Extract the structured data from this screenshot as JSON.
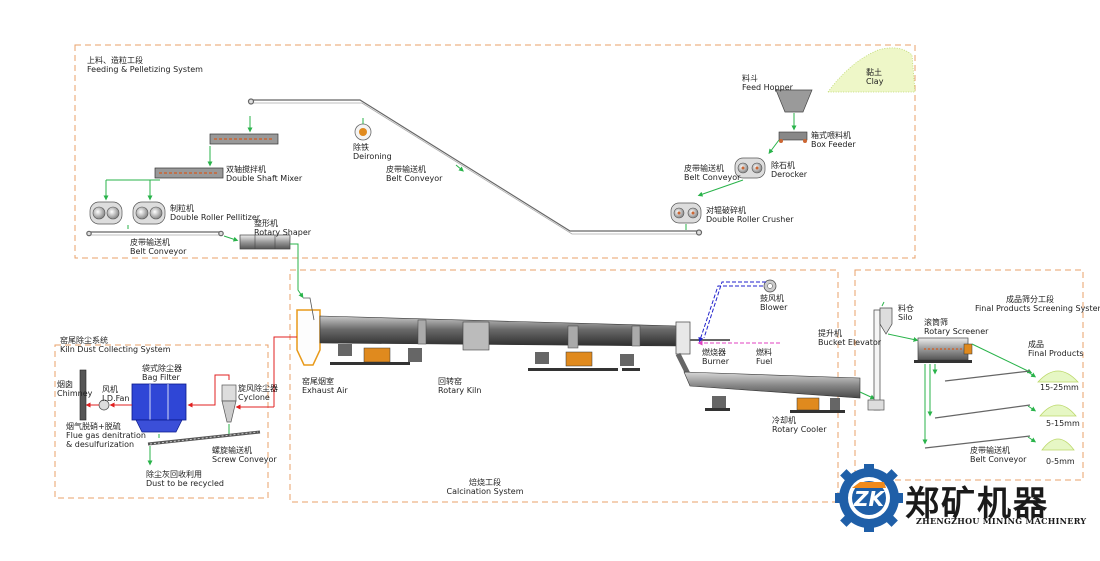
{
  "sections": {
    "feeding": {
      "cn": "上料、造粒工段",
      "en": "Feeding & Pelletizing System"
    },
    "dust": {
      "cn": "窑尾除尘系统",
      "en": "Kiln Dust Collecting System"
    },
    "calcination": {
      "cn": "焙烧工段",
      "en": "Calcination System"
    },
    "screening": {
      "cn": "成品筛分工段",
      "en": "Final Products Screening System"
    }
  },
  "equipment": {
    "clay": {
      "cn": "黏土",
      "en": "Clay"
    },
    "feed_hopper": {
      "cn": "料斗",
      "en": "Feed Hopper"
    },
    "box_feeder": {
      "cn": "箱式喂料机",
      "en": "Box Feeder"
    },
    "derocker": {
      "cn": "除石机",
      "en": "Derocker"
    },
    "belt_conveyor_right": {
      "cn": "皮带输送机",
      "en": "Belt Conveyor"
    },
    "double_roller_crusher": {
      "cn": "对辊破碎机",
      "en": "Double Roller Crusher"
    },
    "deironing": {
      "cn": "除铁",
      "en": "Deironing"
    },
    "belt_conveyor_incline": {
      "cn": "皮带输送机",
      "en": "Belt Conveyor"
    },
    "double_shaft_mixer": {
      "cn": "双轴搅拌机",
      "en": "Double Shaft Mixer"
    },
    "double_roller_pelletizer": {
      "cn": "制粒机",
      "en": "Double Roller Pellitizer"
    },
    "belt_conveyor_left": {
      "cn": "皮带输送机",
      "en": "Belt Conveyor"
    },
    "rotary_shaper": {
      "cn": "整形机",
      "en": "Rotary Shaper"
    },
    "blower": {
      "cn": "鼓风机",
      "en": "Blower"
    },
    "exhaust_air": {
      "cn": "窑尾烟室",
      "en": "Exhaust Air"
    },
    "rotary_kiln": {
      "cn": "回转窑",
      "en": "Rotary Kiln"
    },
    "burner": {
      "cn": "燃烧器",
      "en": "Burner"
    },
    "fuel": {
      "cn": "燃料",
      "en": "Fuel"
    },
    "bucket_elevator": {
      "cn": "提升机",
      "en": "Bucket Elevator"
    },
    "rotary_cooler": {
      "cn": "冷却机",
      "en": "Rotary Cooler"
    },
    "silo": {
      "cn": "料仓",
      "en": "Silo"
    },
    "rotary_screener": {
      "cn": "滚筒筛",
      "en": "Rotary Screener"
    },
    "final_products": {
      "cn": "成品",
      "en": "Final Products"
    },
    "belt_conveyor_screen": {
      "cn": "皮带输送机",
      "en": "Belt Conveyor"
    },
    "chimney": {
      "cn": "烟囱",
      "en": "Chimney"
    },
    "id_fan": {
      "cn": "风机",
      "en": "I.D.Fan"
    },
    "bag_filter": {
      "cn": "袋式除尘器",
      "en": "Bag Filter"
    },
    "cyclone": {
      "cn": "旋风除尘器",
      "en": "Cyclone"
    },
    "flue_gas": {
      "cn": "烟气脱硝+脱硫",
      "en1": "Flue gas denitration",
      "en2": "& desulfurization"
    },
    "screw_conveyor": {
      "cn": "螺旋输送机",
      "en": "Screw Conveyor"
    },
    "dust_recycled": {
      "cn": "除尘灰回收利用",
      "en": "Dust to be recycled"
    }
  },
  "products": {
    "p1": "15-25mm",
    "p2": "5-15mm",
    "p3": "0-5mm"
  },
  "logo": {
    "mark": "ZK",
    "cn": "郑矿机器",
    "en": "ZHENGZHOU MINING MACHINERY"
  },
  "colors": {
    "boundary": "#e8a06a",
    "material_flow": "#29b34a",
    "air_flow": "#2222cc",
    "fuel_flow": "#e040c0",
    "exhaust_flow": "#e02020",
    "logo_blue": "#1f5fa8",
    "logo_orange": "#f08a1c"
  }
}
